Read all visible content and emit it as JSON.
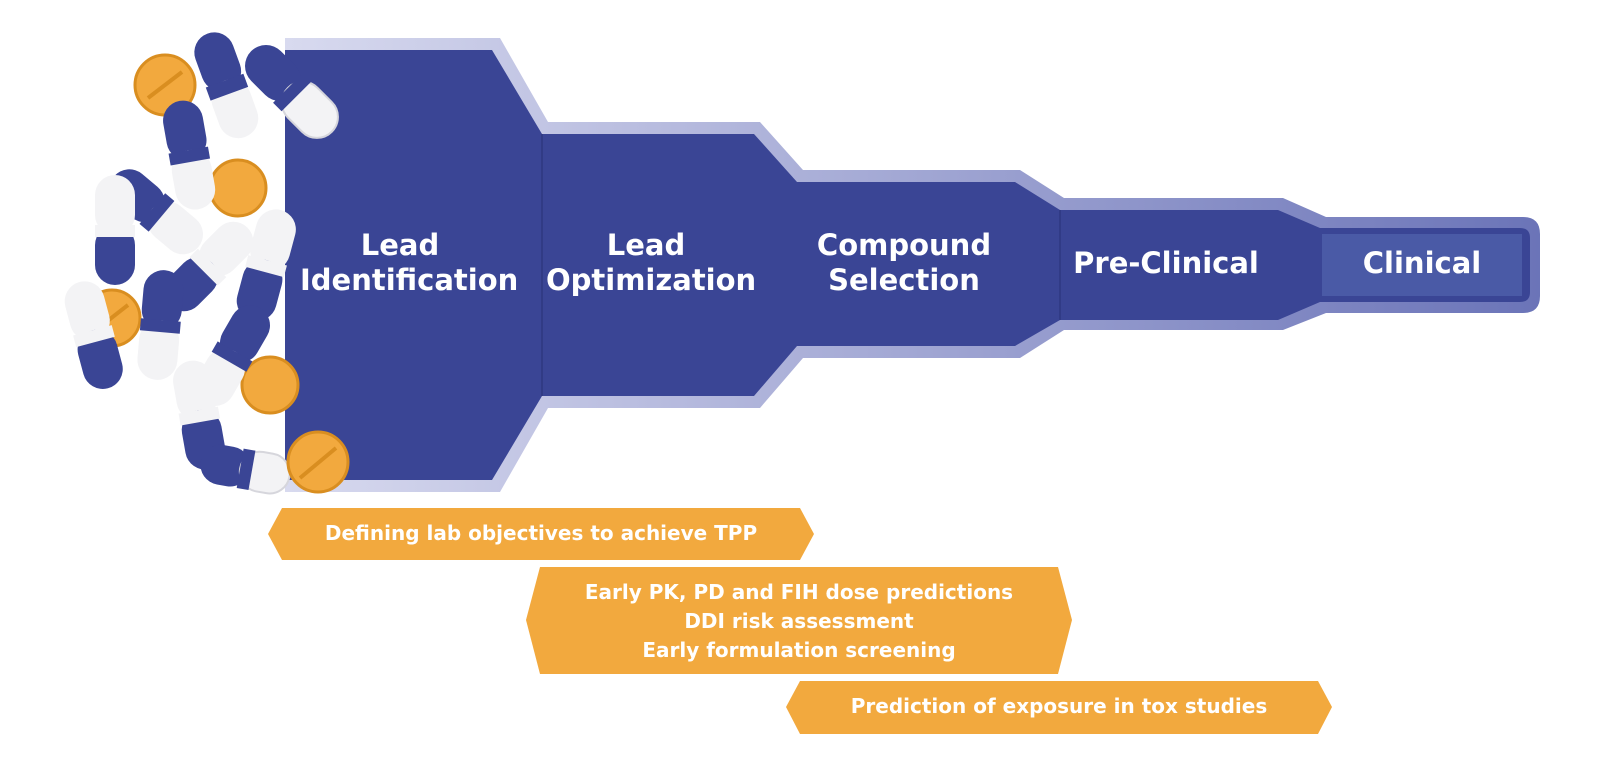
{
  "colors": {
    "funnel": "#3a4595",
    "funnel_outline": "#bcc0e2",
    "clinical": "#4a5aa6",
    "banner": "#f2a93e",
    "pill_blue": "#3a4595",
    "pill_white": "#f3f3f5",
    "tablet": "#f2a93e"
  },
  "stages": [
    {
      "line1": "Lead",
      "line2": "Identification"
    },
    {
      "line1": "Lead",
      "line2": "Optimization"
    },
    {
      "line1": "Compound",
      "line2": "Selection"
    },
    {
      "line1": "Pre-Clinical"
    },
    {
      "line1": "Clinical"
    }
  ],
  "banners": [
    {
      "lines": [
        "Defining lab objectives to achieve TPP"
      ]
    },
    {
      "lines": [
        "Early PK, PD and FIH dose predictions",
        "DDI risk assessment",
        "Early formulation screening"
      ]
    },
    {
      "lines": [
        "Prediction of exposure in tox studies"
      ]
    }
  ],
  "pile_icon": "pills-capsules-icon"
}
